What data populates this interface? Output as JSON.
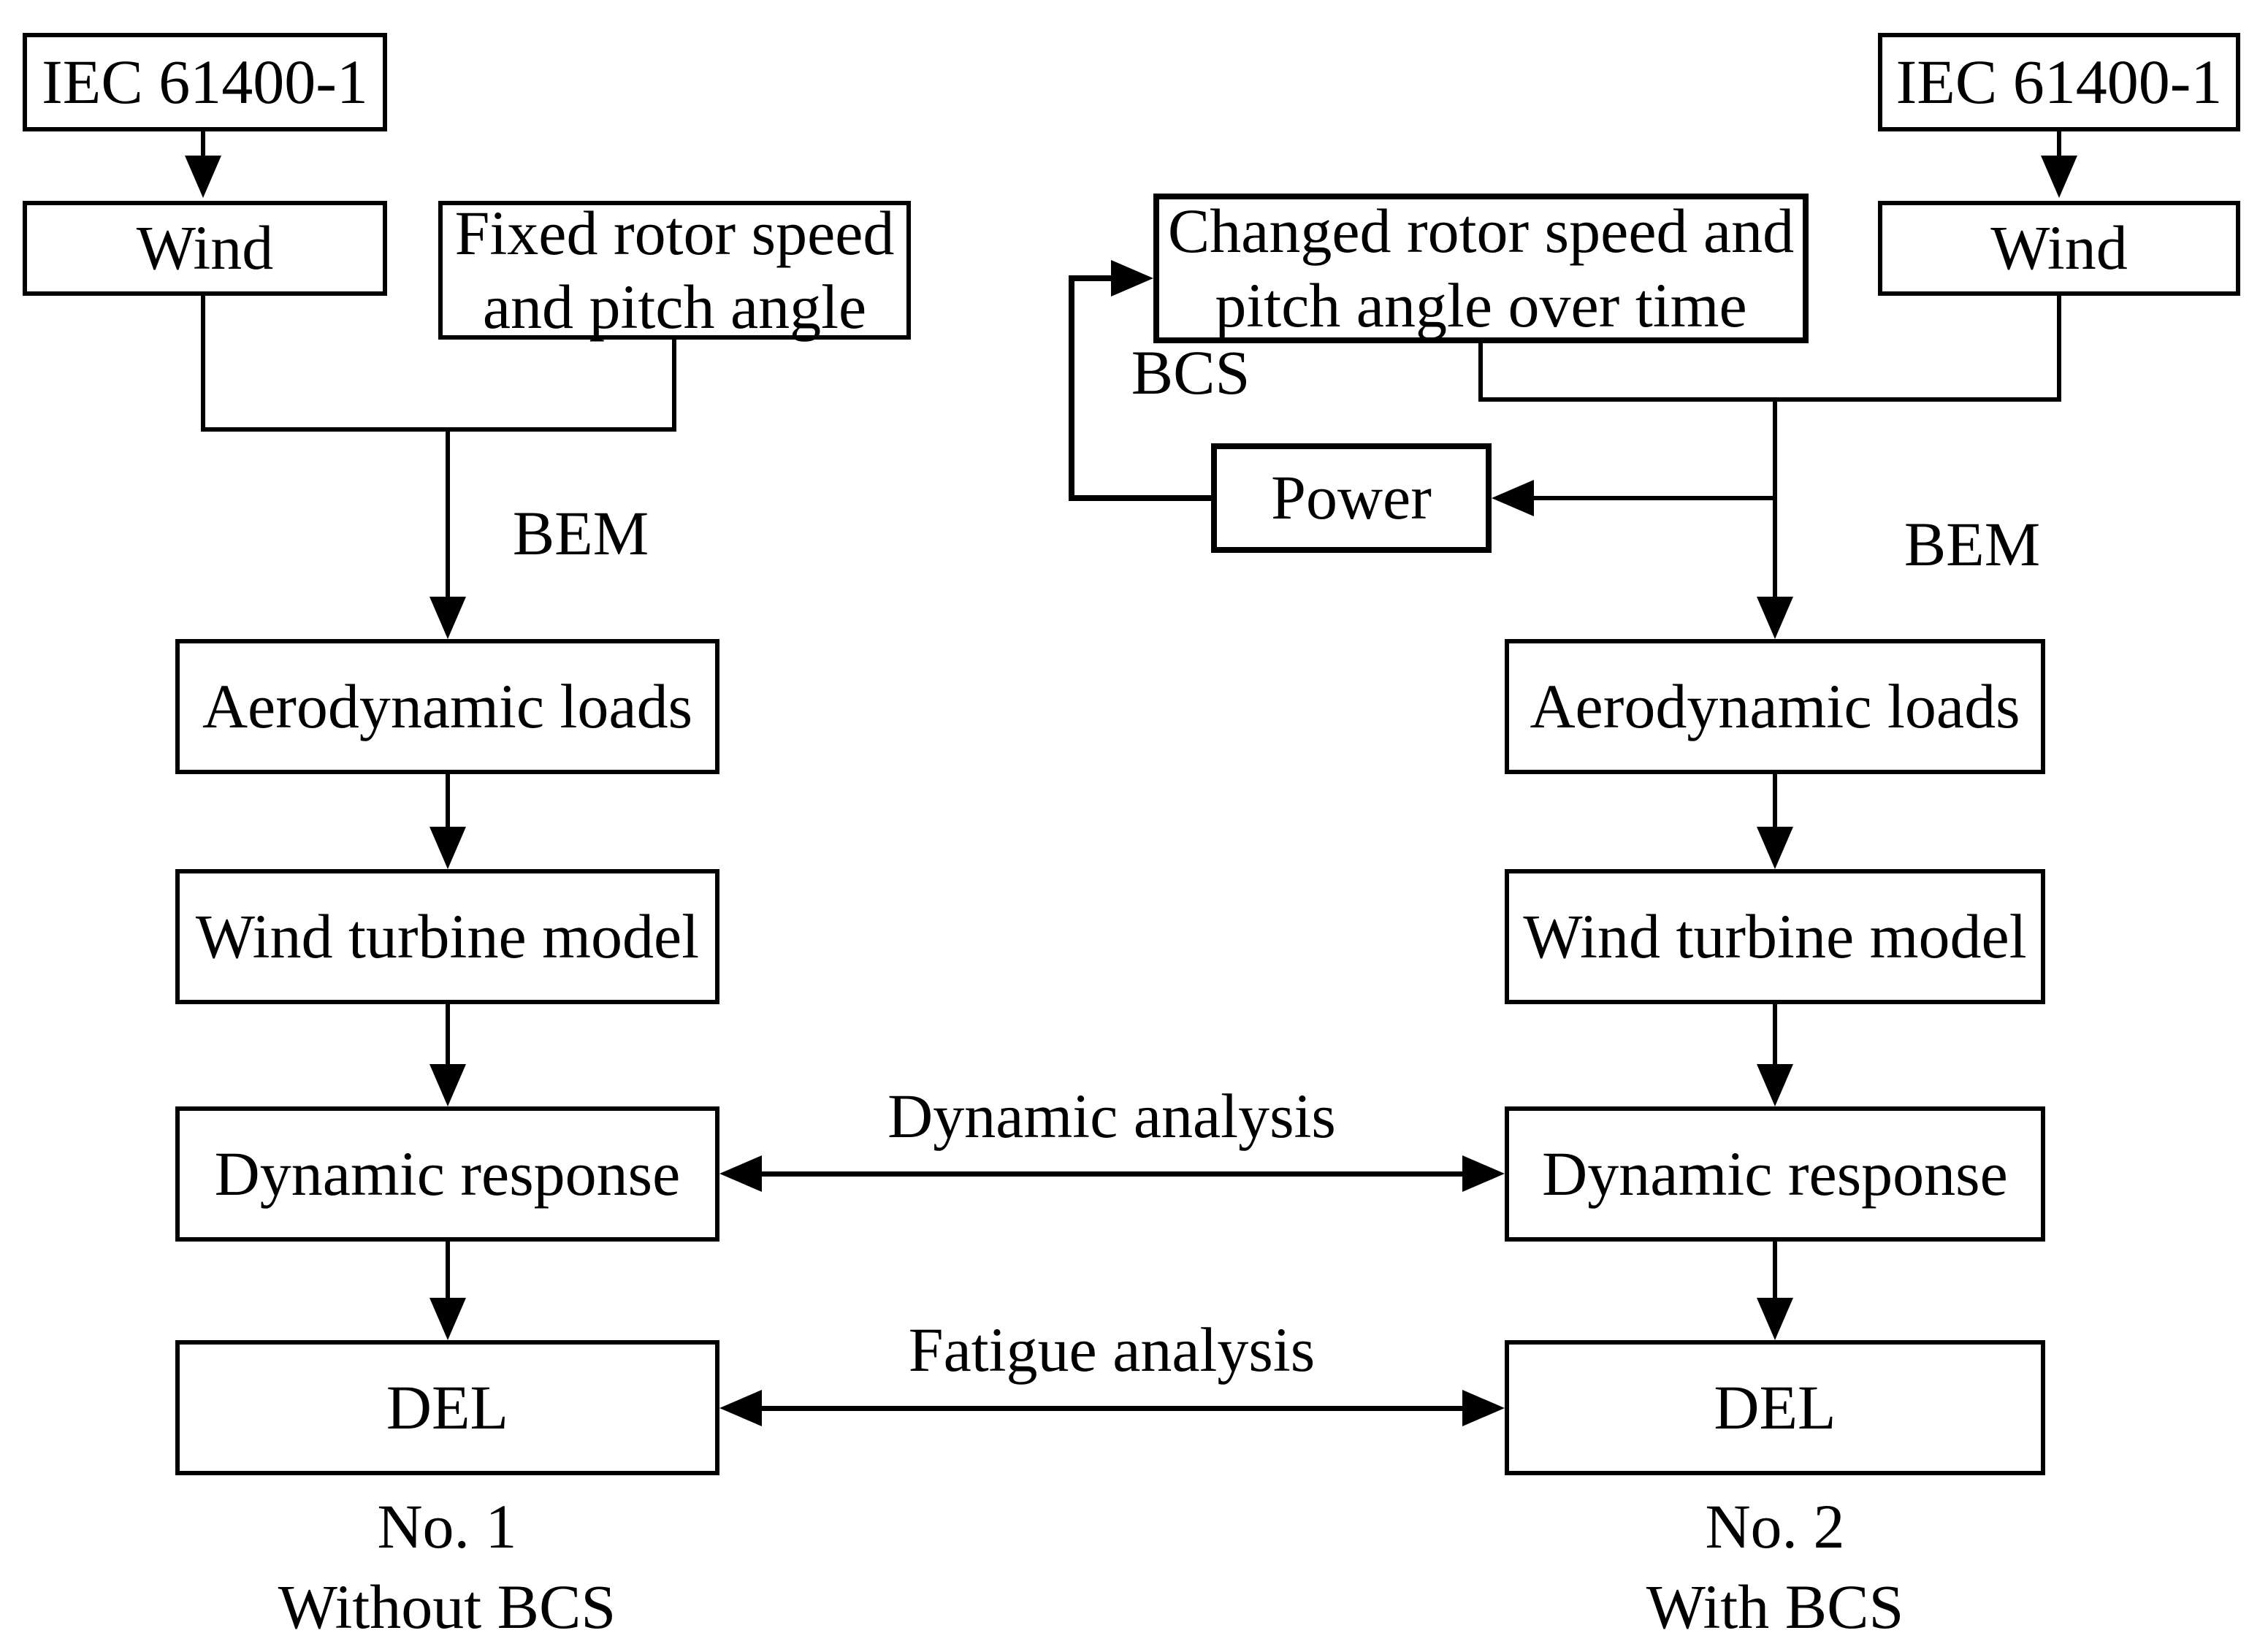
{
  "diagram": {
    "background": "#ffffff",
    "ink": "#000000",
    "case1": {
      "iec": "IEC 61400-1",
      "wind": "Wind",
      "control_line1": "Fixed rotor speed",
      "control_line2": "and pitch angle",
      "bem": "BEM",
      "aero": "Aerodynamic loads",
      "turbine": "Wind turbine model",
      "dynamic": "Dynamic response",
      "del": "DEL",
      "caption_no": "No. 1",
      "caption_bcs": "Without BCS"
    },
    "case2": {
      "iec": "IEC 61400-1",
      "wind": "Wind",
      "control_line1": "Changed rotor speed and",
      "control_line2": "pitch angle over time",
      "bcs": "BCS",
      "power": "Power",
      "bem": "BEM",
      "aero": "Aerodynamic loads",
      "turbine": "Wind turbine model",
      "dynamic": "Dynamic response",
      "del": "DEL",
      "caption_no": "No. 2",
      "caption_bcs": "With BCS"
    },
    "links": {
      "dynamic_analysis": "Dynamic analysis",
      "fatigue_analysis": "Fatigue analysis"
    }
  }
}
